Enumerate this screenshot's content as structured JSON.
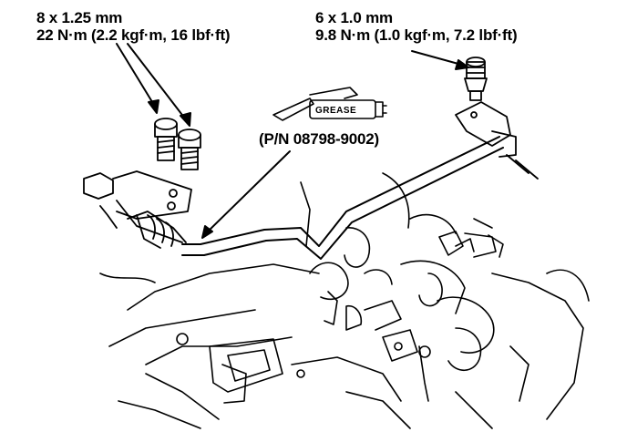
{
  "specs": {
    "left": {
      "size": "8 x 1.25 mm",
      "torque": "22 N·m (2.2 kgf·m, 16 lbf·ft)"
    },
    "right": {
      "size": "6 x 1.0 mm",
      "torque": "9.8 N·m (1.0 kgf·m, 7.2 lbf·ft)"
    }
  },
  "grease": {
    "tube_label": "GREASE",
    "part_number": "(P/N 08798-9002)"
  },
  "icons": [
    "bolt-icon",
    "grease-tube-icon"
  ]
}
